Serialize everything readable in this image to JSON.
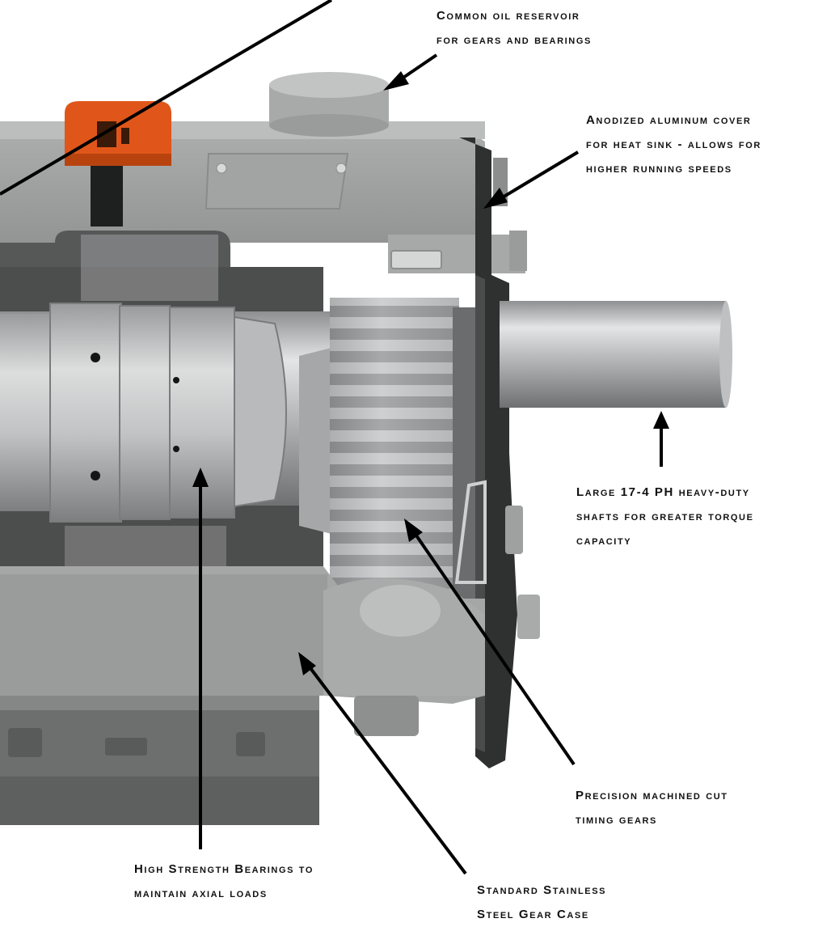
{
  "colors": {
    "housing": "#a9aaa9",
    "housing_dark": "#8d8e8e",
    "steel": "#c9cacb",
    "cover": "#2f3030",
    "accent": "#e0561a",
    "arrow": "#000000",
    "text": "#111111"
  },
  "callouts": [
    {
      "id": "oil-reservoir",
      "lines": [
        "Common oil reservoir",
        "for gears and bearings"
      ]
    },
    {
      "id": "aluminum-cover",
      "lines": [
        "Anodized aluminum cover",
        "for heat sink - allows for",
        "higher running speeds"
      ]
    },
    {
      "id": "shafts",
      "lines": [
        "Large 17-4 PH heavy-duty",
        "shafts for greater torque",
        "capacity"
      ]
    },
    {
      "id": "timing-gears",
      "lines": [
        "Precision machined cut",
        "timing gears"
      ]
    },
    {
      "id": "bearings",
      "lines": [
        "High Strength Bearings to",
        "maintain axial loads"
      ]
    },
    {
      "id": "gear-case",
      "lines": [
        "Standard Stainless",
        "Steel Gear Case"
      ]
    }
  ]
}
